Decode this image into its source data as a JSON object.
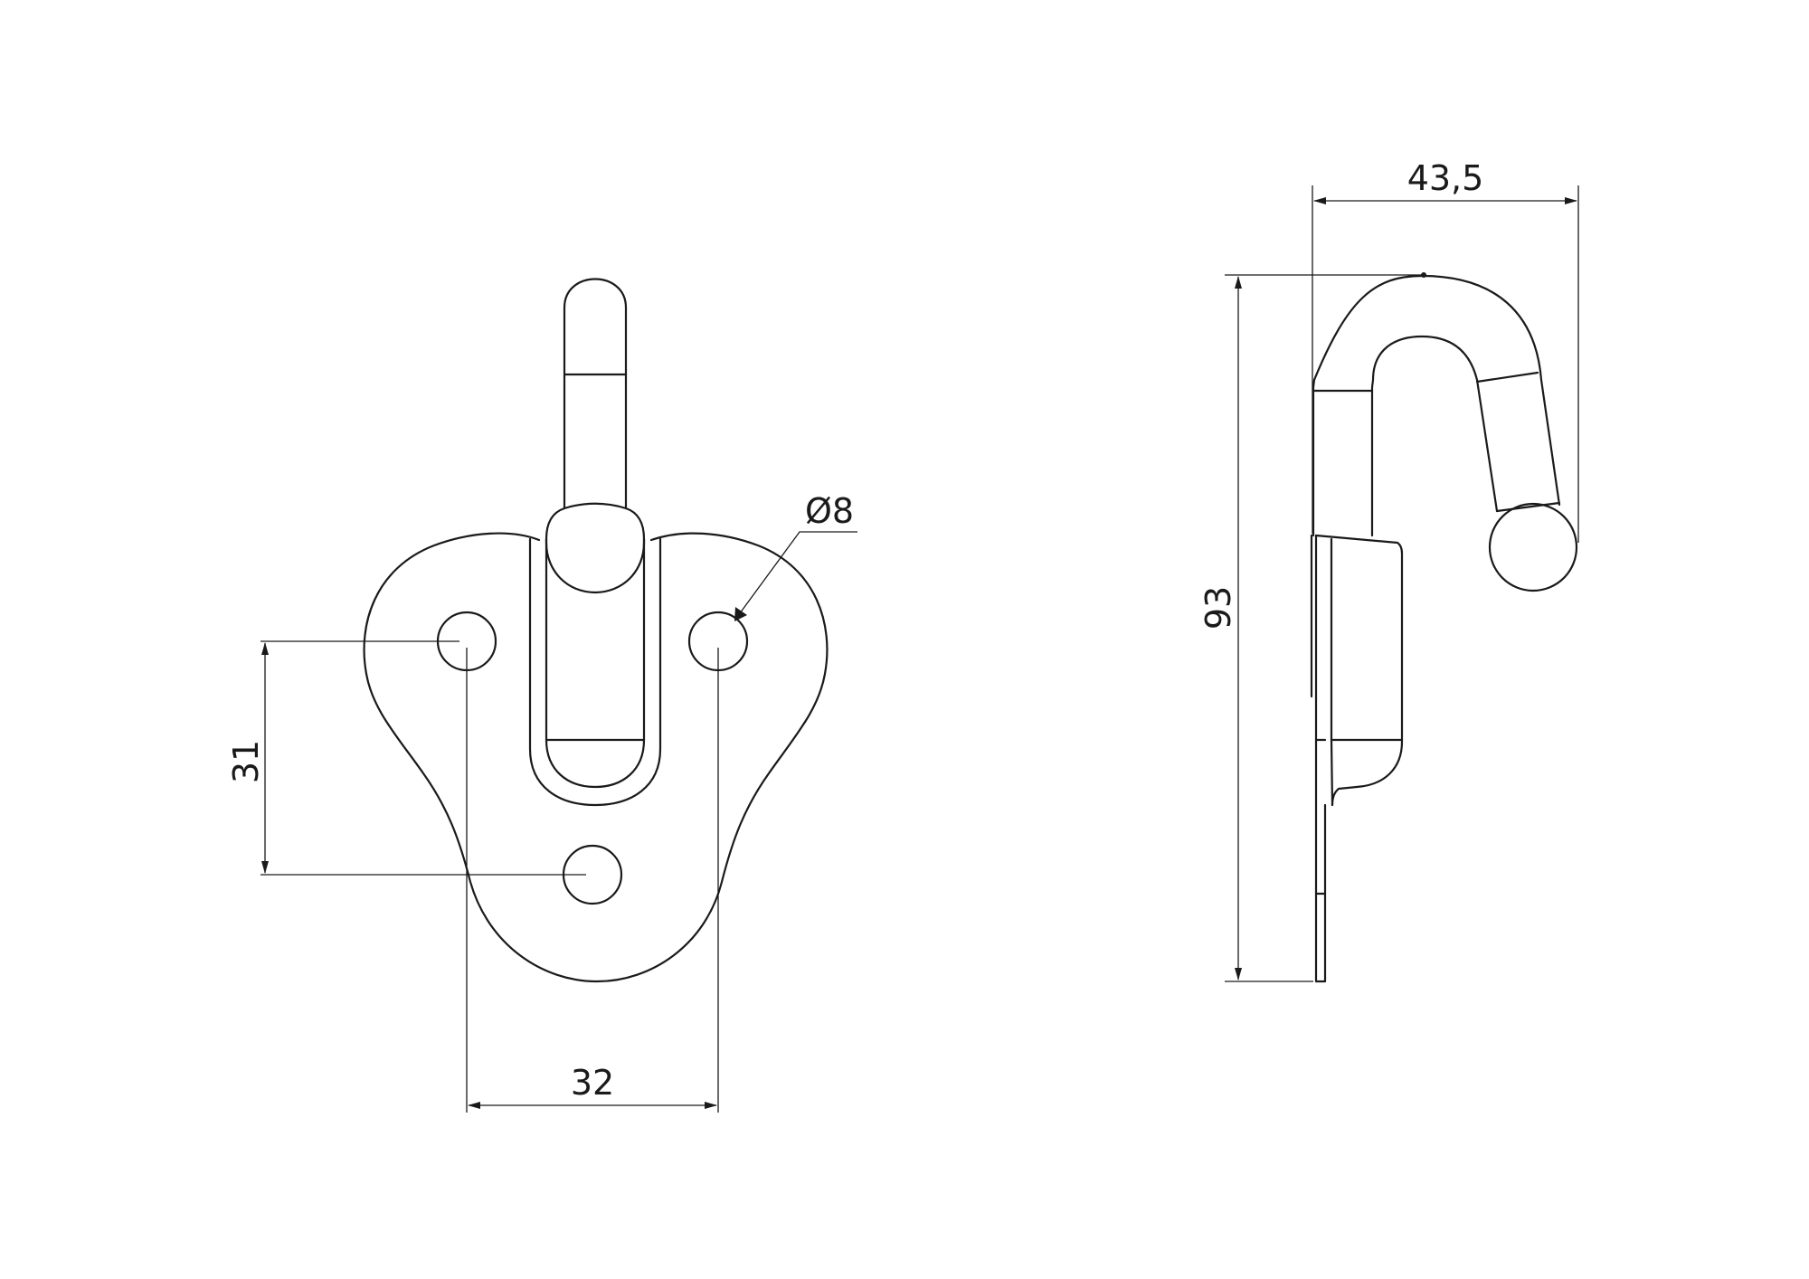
{
  "dimensions": {
    "hole_spacing_vertical": "31",
    "hole_spacing_horizontal": "32",
    "hole_diameter": "Ø8",
    "side_depth": "43,5",
    "side_height": "93"
  }
}
